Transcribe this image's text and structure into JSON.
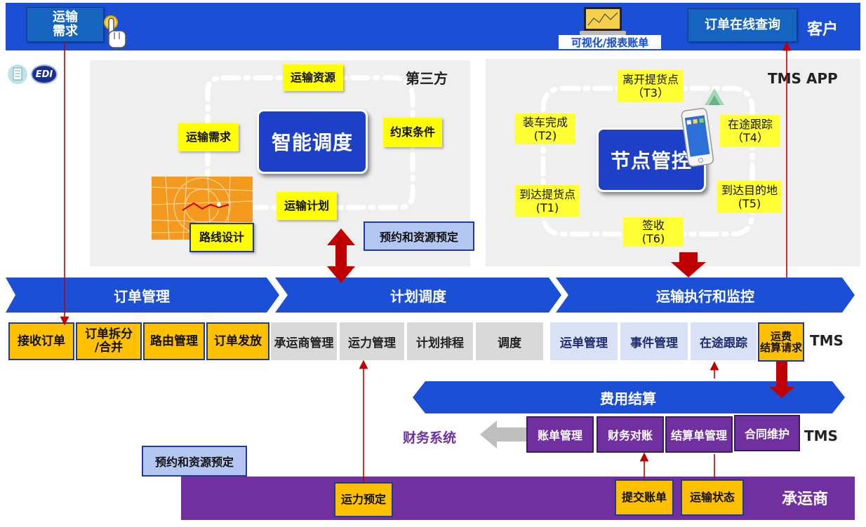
{
  "top": {
    "demand_button": "运输\n需求",
    "visual_label": "可视化/报表账单",
    "order_query_button": "订单在线查询",
    "customer_label": "客户"
  },
  "edi_label": "EDI",
  "left_panel": {
    "title": "第三方",
    "core": "智能调度",
    "nodes": {
      "resource": "运输资源",
      "demand": "运输需求",
      "constraint": "约束条件",
      "plan": "运输计划",
      "route": "路线设计"
    },
    "reserve": "预约和资源预定"
  },
  "right_panel": {
    "title": "TMS APP",
    "core": "节点管控",
    "nodes": {
      "t3": "离开提货点\n（T3）",
      "t2": "装车完成\n(T2)",
      "t4": "在途跟踪\n（T4）",
      "t1": "到达提货点\n(T1)",
      "t5": "到达目的地\n(T5)",
      "t6": "签收\n(T6)"
    }
  },
  "stages": [
    "订单管理",
    "计划调度",
    "运输执行和监控"
  ],
  "modules": {
    "order": [
      "接收订单",
      "订单拆分\n/合并",
      "路由管理",
      "订单发放"
    ],
    "plan": [
      "承运商管理",
      "运力管理",
      "计划排程",
      "调度"
    ],
    "exec": [
      "运单管理",
      "事件管理",
      "在途跟踪"
    ],
    "fee_request": "运费\n结算请求",
    "tms_label": "TMS"
  },
  "settlement": {
    "title": "费用结算",
    "finance_label": "财务系统",
    "items": [
      "账单管理",
      "财务对账",
      "结算单管理",
      "合同维护"
    ],
    "tms_label": "TMS"
  },
  "bottom": {
    "reserve": "预约和资源预定",
    "capacity": "运力预定",
    "submit_bill": "提交账单",
    "transport_status": "运输状态",
    "carrier_label": "承运商"
  },
  "colors": {
    "blue_bar": "#1a4fd6",
    "chevron": "#1a4fd6",
    "purple": "#7030a0",
    "yellow": "#ffff00",
    "orange": "#ffc000",
    "arrow_red": "#c00000"
  }
}
